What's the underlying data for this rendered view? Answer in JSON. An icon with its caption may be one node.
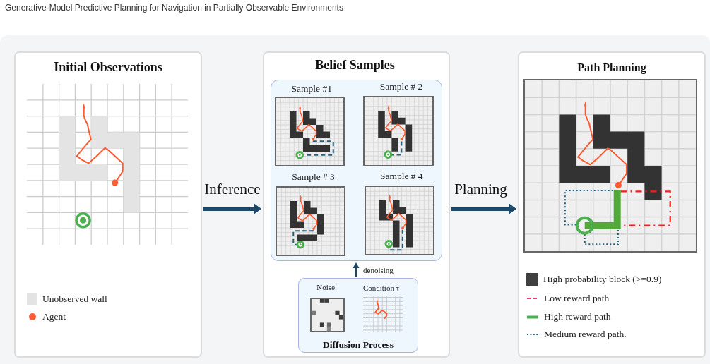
{
  "diagram": {
    "title": "Generative-Model Predictive Planning for Navigation in Partially Observable Environments",
    "nodes": [
      {
        "text": [
          "Initial Observations"
        ]
      },
      {
        "text": [
          "Belief Samples"
        ]
      },
      {
        "text": [],
        "shape": "box",
        "in": 1
      },
      {
        "text": [
          "Sample #1"
        ],
        "in": 2
      },
      {
        "text": [
          "Sample # 2"
        ],
        "in": 2
      },
      {
        "text": [
          "Sample # 3"
        ],
        "in": 2
      },
      {
        "text": [
          "Sample # 4"
        ],
        "in": 2
      },
      {
        "text": [
          "Diffusion Process"
        ],
        "in": 1
      },
      {
        "text": [
          "Noise"
        ],
        "in": 7
      },
      {
        "text": [
          "Condition τ"
        ],
        "in": 7
      },
      {
        "text": [
          "Path Planning"
        ]
      }
    ],
    "edges": [
      {
        "from": 0,
        "to": 1,
        "arrow": "to",
        "label": "Inference"
      },
      {
        "from": 7,
        "to": 2,
        "arrow": "to",
        "label": "denoising"
      },
      {
        "from": 1,
        "to": 10,
        "arrow": "to",
        "label": "Planning"
      }
    ],
    "legend": [
      {
        "text": "Unobserved wall",
        "color": "#e3e3e3"
      },
      {
        "text": "Agent",
        "color": "#ff5a36"
      },
      {
        "text": "High probability block (>=0.9)",
        "color": "#404040"
      },
      {
        "text": "Low reward path"
      },
      {
        "text": "High reward path"
      },
      {
        "text": "Medium reward path."
      }
    ]
  }
}
